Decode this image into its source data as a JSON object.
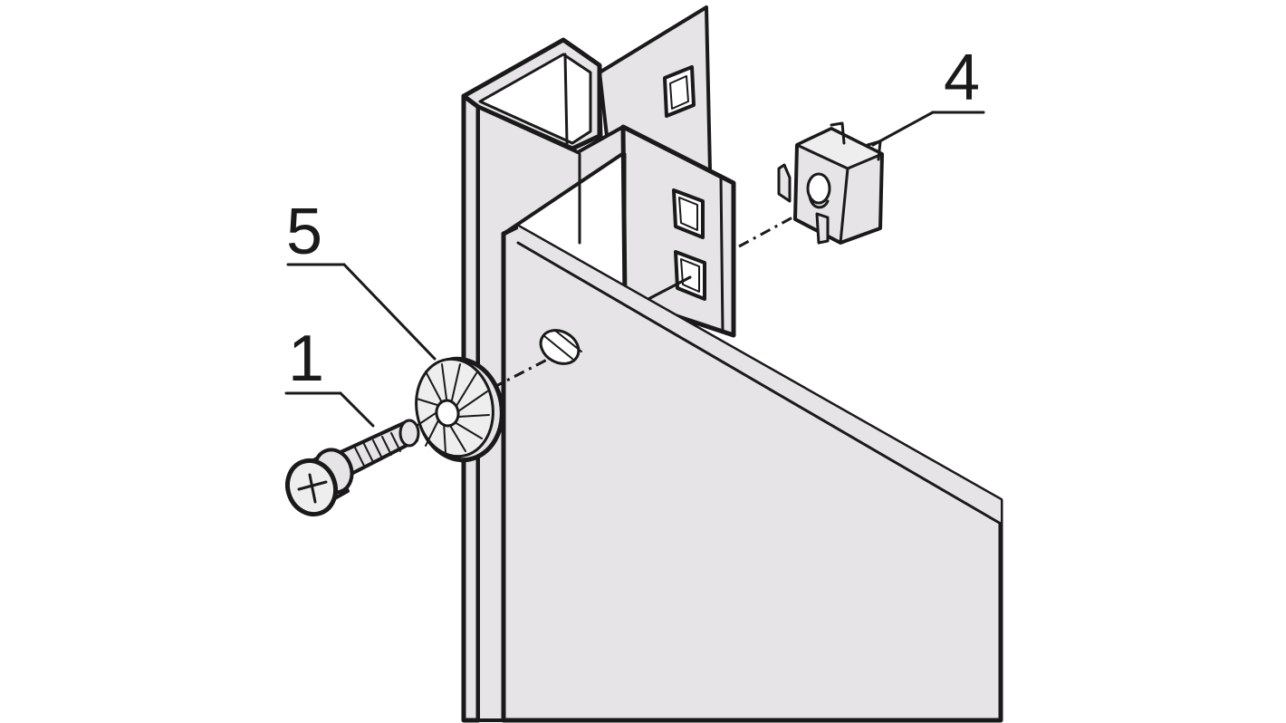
{
  "callouts": [
    {
      "id": "screw",
      "label": "1"
    },
    {
      "id": "cage-nut",
      "label": "4"
    },
    {
      "id": "washer",
      "label": "5"
    }
  ],
  "colors": {
    "outline": "#1a1a1a",
    "fill": "#e6e4e6",
    "background": "#ffffff"
  }
}
